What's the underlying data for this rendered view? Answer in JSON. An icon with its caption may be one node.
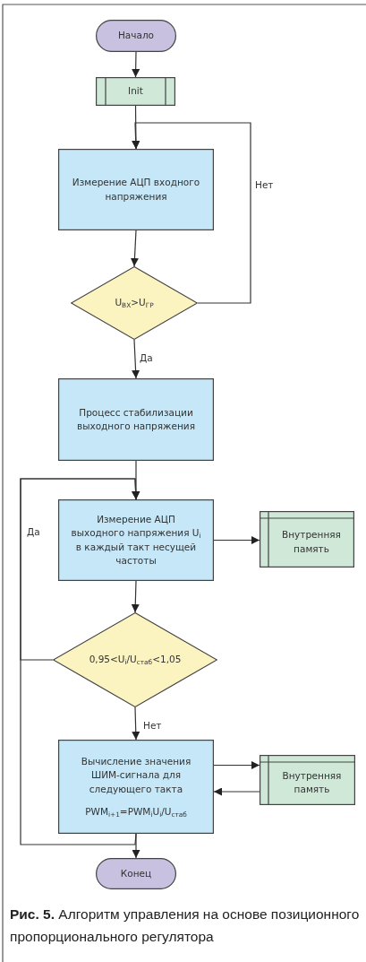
{
  "diagram": {
    "caption": "**Рис. 5.** Алгоритм управления на основе позиционного пропорционального регулятора",
    "nodes": [
      {
        "text": [
          "Начало"
        ]
      },
      {
        "text": [
          "Init"
        ]
      },
      {
        "text": [
          "Измерение АЦП входного напряжения"
        ]
      },
      {
        "text": [
          "U$_{ВХ}$>U$_{ГР}$"
        ]
      },
      {
        "text": [
          "Процесс стабилизации выходного напряжения"
        ]
      },
      {
        "text": [
          "Измерение АЦП выходного напряжения U$_{i}$ в каждый такт несущей частоты"
        ]
      },
      {
        "text": [
          "Внутренняя память"
        ]
      },
      {
        "text": [
          "0,95<U$_{i}$/U$_{стаб}$<1,05"
        ]
      },
      {
        "text": [
          "Вычисление значения ШИМ-сигнала для следующего такта",
          "PWM$_{i+1}$=PWM$_{i}$U$_{i}$/U$_{стаб}$"
        ]
      },
      {
        "text": [
          "Внутренняя память"
        ]
      },
      {
        "text": [
          "Конец"
        ]
      }
    ],
    "edges": [
      {
        "from": 0,
        "to": 1,
        "arrow": "to"
      },
      {
        "from": 1,
        "to": 2,
        "arrow": "to"
      },
      {
        "from": 2,
        "to": 3,
        "arrow": "to"
      },
      {
        "from": 3,
        "to": 2,
        "arrow": "to",
        "label": "Нет"
      },
      {
        "from": 3,
        "to": 4,
        "arrow": "to",
        "label": "Да"
      },
      {
        "from": 4,
        "to": 5,
        "arrow": "to"
      },
      {
        "from": 5,
        "to": 6,
        "arrow": "to"
      },
      {
        "from": 5,
        "to": 7,
        "arrow": "to"
      },
      {
        "from": 7,
        "to": 5,
        "arrow": "to",
        "label": "Да"
      },
      {
        "from": 7,
        "to": 8,
        "arrow": "to",
        "label": "Нет"
      },
      {
        "from": 8,
        "to": 9,
        "arrow": "to"
      },
      {
        "from": 9,
        "to": 8,
        "arrow": "to"
      },
      {
        "from": 8,
        "to": 10,
        "arrow": "to"
      },
      {
        "from": 8,
        "to": 5,
        "arrow": "to"
      }
    ]
  }
}
